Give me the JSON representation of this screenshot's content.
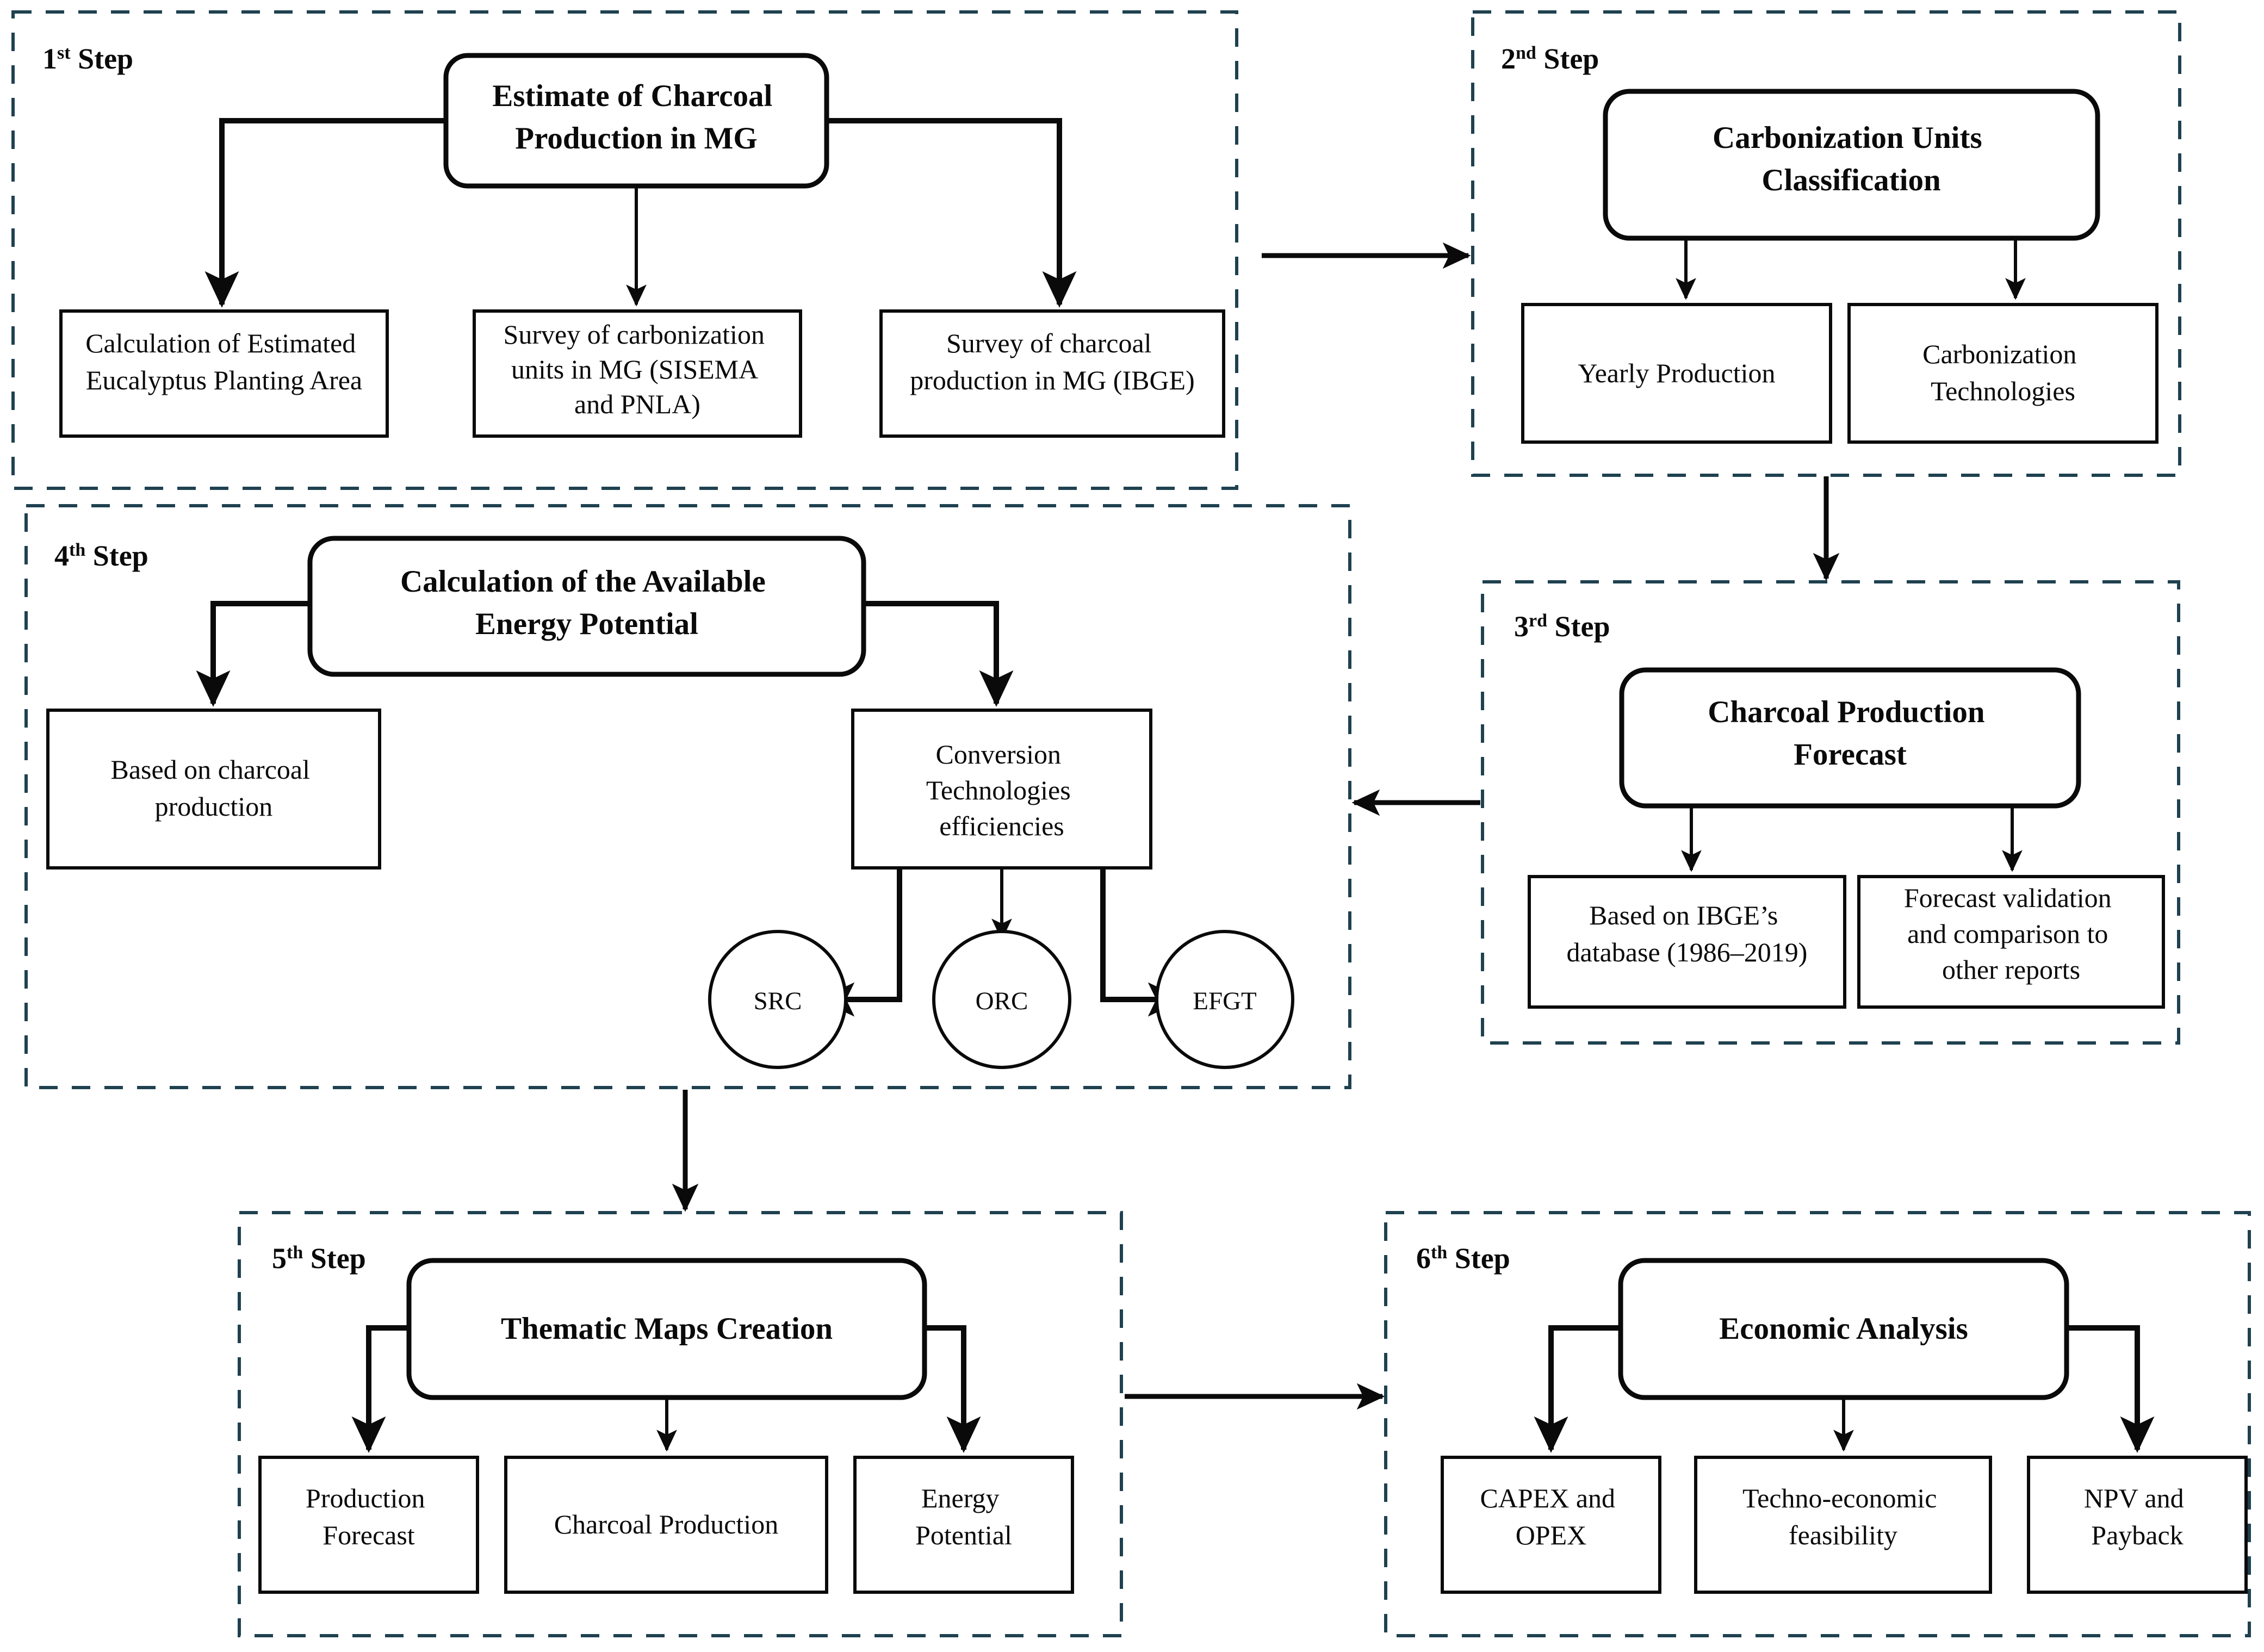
{
  "figure": {
    "kind": "methodology-flowchart",
    "accent_border_color": "#1f4150",
    "line_color": "#0a0a0a",
    "background_color": "#ffffff"
  },
  "steps": [
    {
      "id": "step1",
      "ordinal": "1",
      "suffix": "st",
      "label_word": "Step",
      "head": {
        "lines": [
          "Estimate of Charcoal",
          "Production in MG"
        ]
      },
      "children": [
        {
          "lines": [
            "Calculation of Estimated",
            "Eucalyptus Planting Area"
          ]
        },
        {
          "lines": [
            "Survey of carbonization",
            "units in MG (SISEMA",
            "and PNLA)"
          ]
        },
        {
          "lines": [
            "Survey of charcoal",
            "production in MG (IBGE)"
          ]
        }
      ]
    },
    {
      "id": "step2",
      "ordinal": "2",
      "suffix": "nd",
      "label_word": "Step",
      "head": {
        "lines": [
          "Carbonization Units",
          "Classification"
        ]
      },
      "children": [
        {
          "lines": [
            "Yearly Production"
          ]
        },
        {
          "lines": [
            "Carbonization",
            "Technologies"
          ]
        }
      ]
    },
    {
      "id": "step3",
      "ordinal": "3",
      "suffix": "rd",
      "label_word": "Step",
      "head": {
        "lines": [
          "Charcoal Production",
          "Forecast"
        ]
      },
      "children": [
        {
          "lines": [
            "Based on IBGE’s",
            "database (1986–2019)"
          ]
        },
        {
          "lines": [
            "Forecast validation",
            "and comparison to",
            "other reports"
          ]
        }
      ]
    },
    {
      "id": "step4",
      "ordinal": "4",
      "suffix": "th",
      "label_word": "Step",
      "head": {
        "lines": [
          "Calculation of the Available",
          "Energy Potential"
        ]
      },
      "children": [
        {
          "lines": [
            "Based on charcoal",
            "production"
          ]
        },
        {
          "lines": [
            "Conversion",
            "Technologies",
            "efficiencies"
          ]
        }
      ],
      "circles": [
        {
          "label": "SRC"
        },
        {
          "label": "ORC"
        },
        {
          "label": "EFGT"
        }
      ]
    },
    {
      "id": "step5",
      "ordinal": "5",
      "suffix": "th",
      "label_word": "Step",
      "head": {
        "lines": [
          "Thematic Maps Creation"
        ]
      },
      "children": [
        {
          "lines": [
            "Production",
            "Forecast"
          ]
        },
        {
          "lines": [
            "Charcoal Production"
          ]
        },
        {
          "lines": [
            "Energy",
            "Potential"
          ]
        }
      ]
    },
    {
      "id": "step6",
      "ordinal": "6",
      "suffix": "th",
      "label_word": "Step",
      "head": {
        "lines": [
          "Economic Analysis"
        ]
      },
      "children": [
        {
          "lines": [
            "CAPEX and",
            "OPEX"
          ]
        },
        {
          "lines": [
            "Techno-economic",
            "feasibility"
          ]
        },
        {
          "lines": [
            "NPV and",
            "Payback"
          ]
        }
      ]
    }
  ],
  "flow_order": [
    "step1",
    "step2",
    "step3",
    "step4",
    "step5",
    "step6"
  ]
}
